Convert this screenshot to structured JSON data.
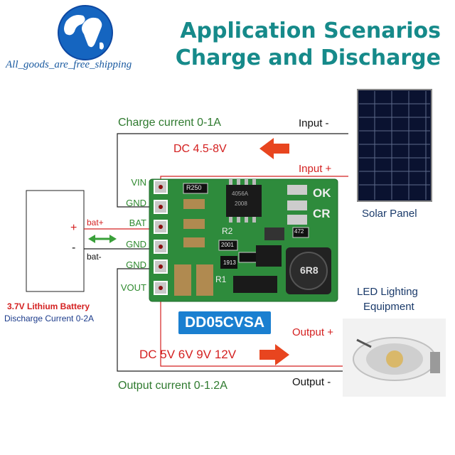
{
  "store": {
    "label": "All_goods_are_free_shipping"
  },
  "header": {
    "line1": "Application Scenarios",
    "line2": "Charge and Discharge"
  },
  "charge": {
    "current": "Charge current 0-1A",
    "voltage": "DC 4.5-8V"
  },
  "solar": {
    "input_minus": "Input -",
    "input_plus": "Input +",
    "label": "Solar Panel"
  },
  "board": {
    "pins": [
      "VIN",
      "GND",
      "BAT",
      "GND",
      "GND",
      "VOUT"
    ],
    "model": "DD05CVSA",
    "silk": [
      "R250",
      "4056A",
      "2008",
      "OK",
      "CR",
      "R2",
      "472",
      "6R8",
      "2001",
      "1913",
      "R1"
    ]
  },
  "battery": {
    "plus_sign": "+",
    "minus_sign": "-",
    "bat_plus": "bat+",
    "bat_minus": "bat-",
    "name": "3.7V Lithium Battery",
    "discharge": "Discharge Current 0-2A"
  },
  "output": {
    "plus": "Output +",
    "minus": "Output -",
    "voltage": "DC 5V 6V 9V 12V",
    "current": "Output current 0-1.2A"
  },
  "led": {
    "label_line1": "LED Lighting",
    "label_line2": "Equipment"
  },
  "colors": {
    "title": "#168a8a",
    "wire_red": "#d42020",
    "wire_dark": "#222222",
    "pcb": "#2e8b3c",
    "badge": "#1a7fd0",
    "arrow": "#e8451f",
    "globe": "#1565c0"
  }
}
